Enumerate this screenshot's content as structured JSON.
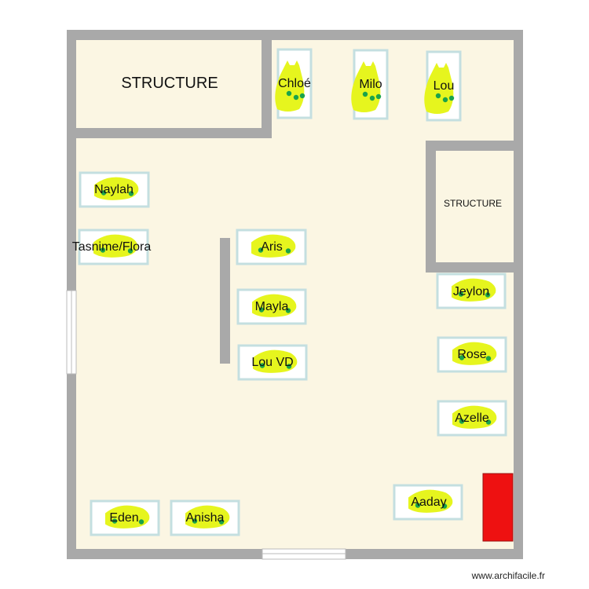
{
  "plan": {
    "structures": [
      {
        "id": "structure-top-left",
        "label": "STRUCTURE"
      },
      {
        "id": "structure-right",
        "label": "STRUCTURE"
      }
    ],
    "desks": [
      {
        "name": "Chloé",
        "orientation": "vertical"
      },
      {
        "name": "Milo",
        "orientation": "vertical"
      },
      {
        "name": "Lou",
        "orientation": "vertical"
      },
      {
        "name": "Naylah",
        "orientation": "horizontal"
      },
      {
        "name": "Tasnime/Flora",
        "orientation": "horizontal"
      },
      {
        "name": "Aris",
        "orientation": "horizontal"
      },
      {
        "name": "Mayla",
        "orientation": "horizontal"
      },
      {
        "name": "Lou VD",
        "orientation": "horizontal"
      },
      {
        "name": "Jeylon",
        "orientation": "horizontal"
      },
      {
        "name": "Rose",
        "orientation": "horizontal"
      },
      {
        "name": "Azelle",
        "orientation": "horizontal"
      },
      {
        "name": "Aaday",
        "orientation": "horizontal"
      },
      {
        "name": "Eden",
        "orientation": "horizontal"
      },
      {
        "name": "Anisha",
        "orientation": "horizontal"
      }
    ],
    "colors": {
      "wall": "#a9a9a9",
      "floor": "#fbf6e3",
      "desk_border": "#c4dfe0",
      "blob": "#e6f51e",
      "blob_dot": "#1aa34a",
      "red_block": "#ee1111"
    }
  },
  "footer": {
    "watermark": "www.archifacile.fr"
  }
}
